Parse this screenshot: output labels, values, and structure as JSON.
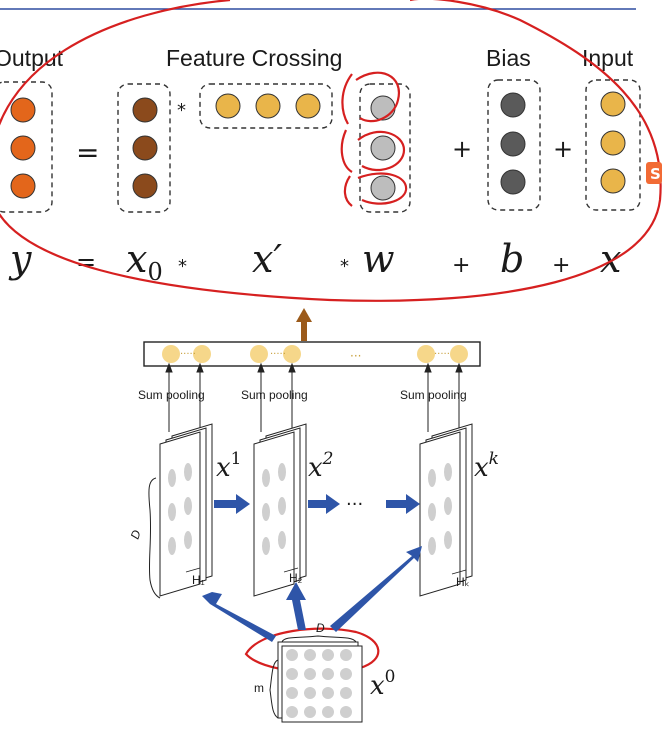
{
  "headers": {
    "output": "Output",
    "feature_crossing": "Feature Crossing",
    "bias": "Bias",
    "input": "Input"
  },
  "equation": {
    "y": "y",
    "eq": "=",
    "x0_base": "x",
    "x0_sub": "0",
    "star1": "*",
    "xprime": "x′",
    "star2": "*",
    "w": "w",
    "plus1": "+",
    "b": "b",
    "plus2": "+",
    "x": "x"
  },
  "operators": {
    "eq": "=",
    "star": "*",
    "plus1": "+",
    "plus2": "+"
  },
  "diagram": {
    "sum_pooling_1": "Sum pooling",
    "sum_pooling_2": "Sum pooling",
    "sum_pooling_3": "Sum pooling",
    "layer1_base": "x",
    "layer1_sup": "1",
    "layer2_base": "x",
    "layer2_sup": "2",
    "layerk_base": "x",
    "layerk_sup": "k",
    "ellipsis_mid": "···",
    "ellipsis_bar": "···",
    "h1": "H₁",
    "h2": "H₂",
    "hk": "Hₖ",
    "d_side": "D",
    "d_top": "D",
    "m_label": "m",
    "x0_base": "x",
    "x0_sup": "0"
  },
  "colors": {
    "output_node": "#E3661B",
    "x0_node": "#8B4A1C",
    "feature_node": "#E9B54A",
    "weight_node": "#BDBDBD",
    "bias_node": "#5A5A5A",
    "input_node": "#E9B54A",
    "annotation": "#D62020",
    "arrow_blue": "#2E55A8",
    "up_arrow": "#9B5A1A",
    "top_rule": "#2F4DA0",
    "bar_dot": "#F6D78A",
    "grid_dot": "#CFCFCF"
  }
}
